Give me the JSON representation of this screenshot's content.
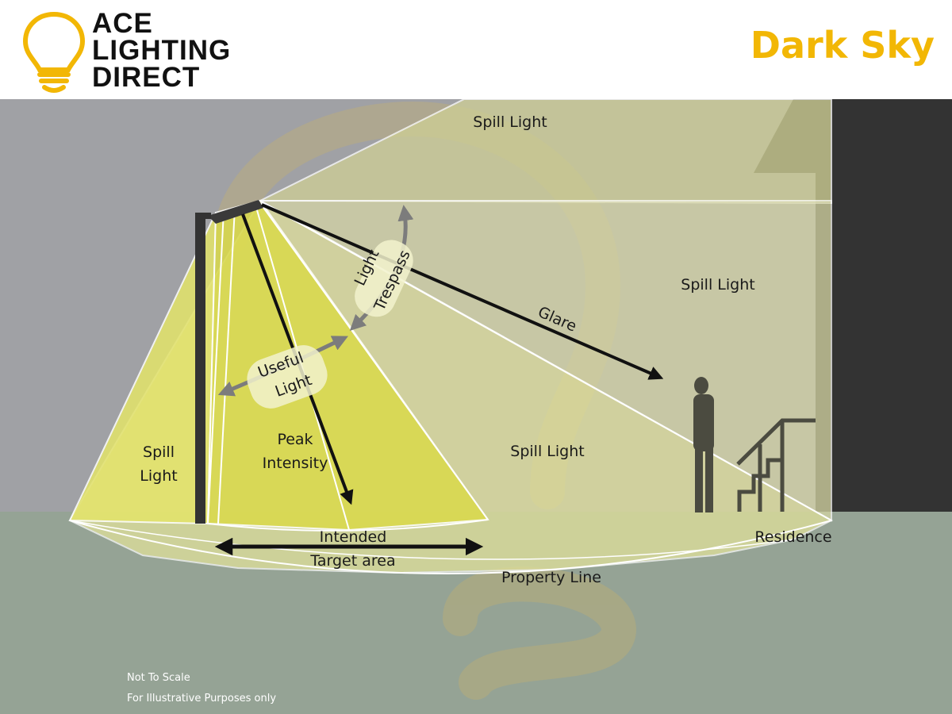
{
  "header": {
    "brand_lines": [
      "ACE",
      "LIGHTING",
      "DIRECT"
    ],
    "title": "Dark Sky",
    "icon": "lightbulb-icon"
  },
  "colors": {
    "title": "#f2b705",
    "sky": "#a0a1a5",
    "ground": "#95a395",
    "house": "#333333",
    "light": "#dada4a"
  },
  "labels": {
    "spill_top": "Spill Light",
    "spill_right": "Spill Light",
    "spill_left": [
      "Spill",
      "Light"
    ],
    "spill_middle": "Spill Light",
    "light_trespass": [
      "Light",
      "Trespass"
    ],
    "useful_light": [
      "Useful",
      "Light"
    ],
    "glare": "Glare",
    "peak_intensity": [
      "Peak",
      "Intensity"
    ],
    "intended_target": [
      "Intended",
      "Target area"
    ],
    "residence": "Residence",
    "property_line": "Property Line"
  },
  "footnote": {
    "line1": "Not To Scale",
    "line2": "For Illustrative Purposes only"
  }
}
